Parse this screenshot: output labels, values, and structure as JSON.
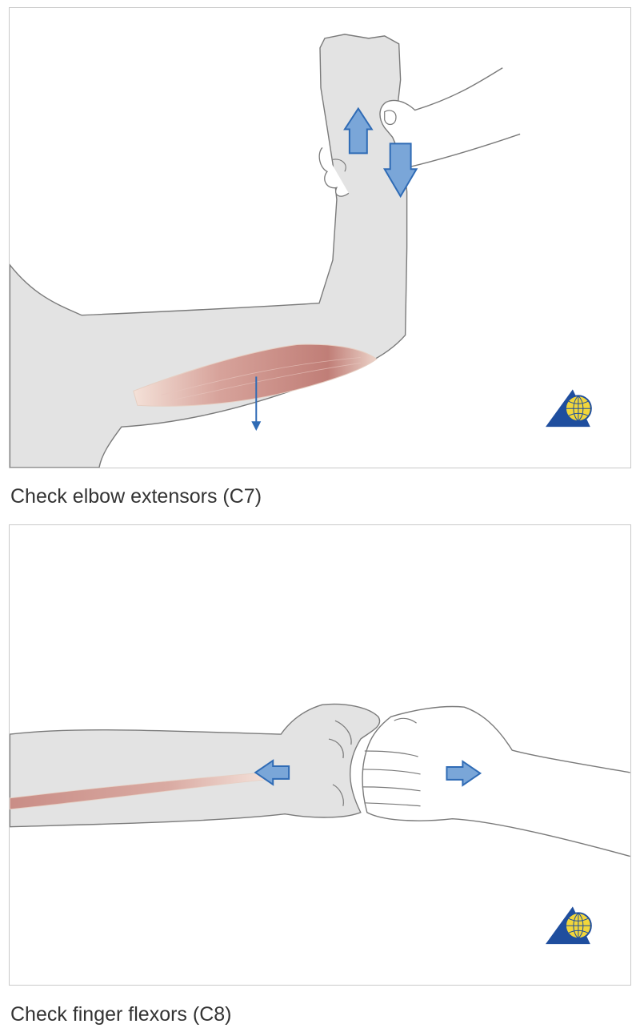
{
  "figures": [
    {
      "caption": "Check elbow extensors (C7)",
      "muscle": "triceps",
      "arrows": [
        "examinee-push-up",
        "examiner-resist-down",
        "muscle-pull-down"
      ]
    },
    {
      "caption": "Check finger flexors (C8)",
      "muscle": "forearm-flexors",
      "arrows": [
        "pull-left",
        "pull-right"
      ]
    }
  ],
  "colors": {
    "skin_fill": "#e3e3e3",
    "outline": "#7a7a7a",
    "arrow_fill": "#7aa6d8",
    "arrow_stroke": "#2f6bb5",
    "muscle": "#c98d86",
    "logo_blue": "#1f4e9e",
    "logo_yellow": "#f2d63a"
  }
}
